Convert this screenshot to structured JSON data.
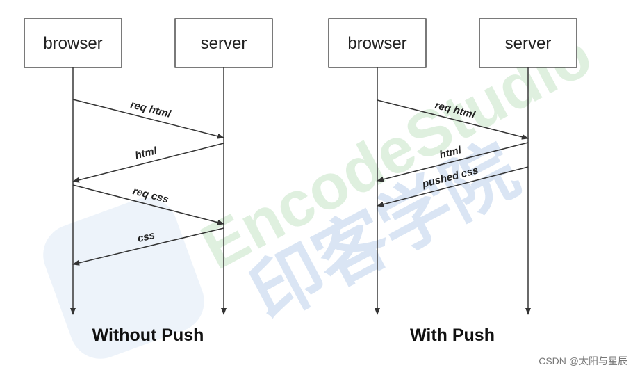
{
  "diagrams": [
    {
      "caption": "Without Push",
      "actors": [
        "browser",
        "server"
      ],
      "messages": [
        {
          "label": "req html",
          "from": "browser",
          "to": "server"
        },
        {
          "label": "html",
          "from": "server",
          "to": "browser"
        },
        {
          "label": "req css",
          "from": "browser",
          "to": "server"
        },
        {
          "label": "css",
          "from": "server",
          "to": "browser"
        }
      ]
    },
    {
      "caption": "With Push",
      "actors": [
        "browser",
        "server"
      ],
      "messages": [
        {
          "label": "req html",
          "from": "browser",
          "to": "server"
        },
        {
          "label": "html",
          "from": "server",
          "to": "browser"
        },
        {
          "label": "pushed css",
          "from": "server",
          "to": "browser"
        }
      ]
    }
  ],
  "watermark": {
    "brand": "EncodeStudio",
    "chinese": "印客学院",
    "color_blue": "#d6e3f3",
    "color_green": "#dcefdc"
  },
  "credit": "CSDN @太阳与星辰"
}
